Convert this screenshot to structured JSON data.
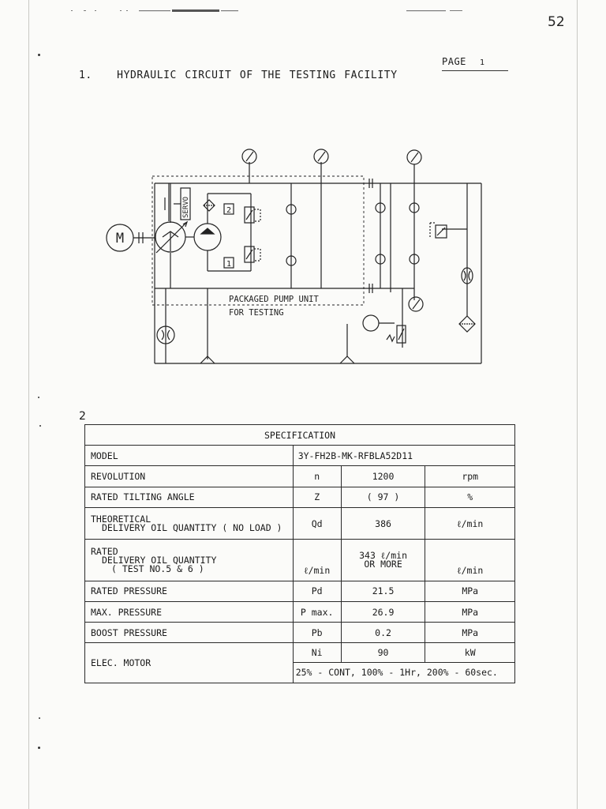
{
  "header": {
    "page_number": "52",
    "page_label": "PAGE",
    "page_value": "1"
  },
  "title": {
    "number": "1.",
    "text": "HYDRAULIC  CIRCUIT OF THE TESTING FACILITY"
  },
  "diagram": {
    "motor_symbol": "M",
    "servo_label": "SERVO",
    "port_labels": [
      "2",
      "1"
    ],
    "unit_caption_line1": "PACKAGED PUMP UNIT",
    "unit_caption_line2": "FOR TESTING",
    "icons": [
      "motor-icon",
      "pump-icon",
      "pressure-gauge-icon",
      "filter-icon",
      "flow-meter-icon",
      "relief-valve-icon",
      "check-valve-icon",
      "tank-icon"
    ]
  },
  "spec_table": {
    "number": "2",
    "title": "SPECIFICATION",
    "model": {
      "label": "MODEL",
      "value": "3Y-FH2B-MK-RFBLA52D11"
    },
    "rows": [
      {
        "label": "REVOLUTION",
        "symbol": "n",
        "value": "1200",
        "unit": "rpm"
      },
      {
        "label": "RATED TILTING ANGLE",
        "symbol": "Z",
        "value": "( 97 )",
        "unit": "%"
      },
      {
        "label_line1": "THEORETICAL",
        "label_line2": "DELIVERY OIL QUANTITY ( NO LOAD )",
        "symbol": "Qd",
        "value": "386",
        "unit": "ℓ/min"
      },
      {
        "label_line1": "RATED",
        "label_line2": "DELIVERY OIL QUANTITY",
        "label_line3": "( TEST NO.5 & 6 )",
        "symbol": "ℓ/min",
        "value_line1": "343 ℓ/min",
        "value_line2": "OR MORE",
        "unit": "ℓ/min"
      },
      {
        "label": "RATED PRESSURE",
        "symbol": "Pd",
        "value": "21.5",
        "unit": "MPa"
      },
      {
        "label": "MAX.  PRESSURE",
        "symbol": "P max.",
        "value": "26.9",
        "unit": "MPa"
      },
      {
        "label": "BOOST PRESSURE",
        "symbol": "Pb",
        "value": "0.2",
        "unit": "MPa"
      }
    ],
    "motor": {
      "label": "ELEC. MOTOR",
      "symbol": "Ni",
      "value": "90",
      "unit": "kW",
      "duty": "25% - CONT,  100% - 1Hr,  200% - 60sec."
    }
  }
}
